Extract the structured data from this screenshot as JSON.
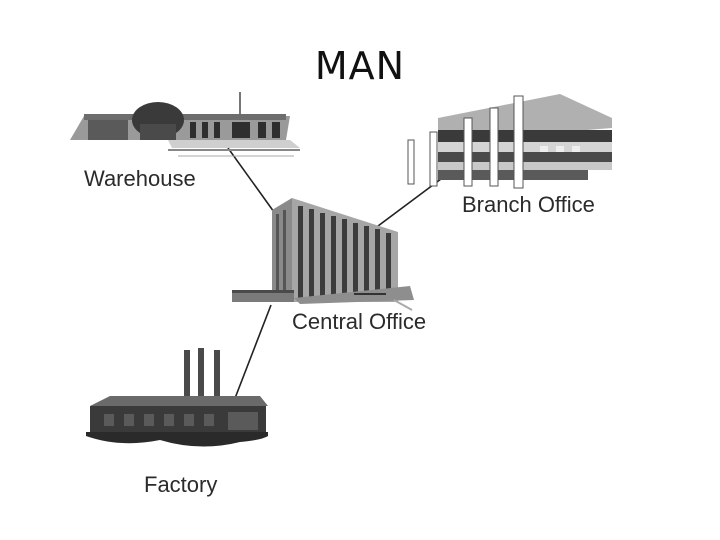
{
  "title": "MAN",
  "nodes": {
    "warehouse": "Warehouse",
    "branch_office": "Branch Office",
    "central_office": "Central Office",
    "factory": "Factory"
  },
  "links": [
    {
      "from": "Warehouse",
      "to": "Central Office"
    },
    {
      "from": "Branch Office",
      "to": "Central Office"
    },
    {
      "from": "Factory",
      "to": "Central Office"
    }
  ]
}
